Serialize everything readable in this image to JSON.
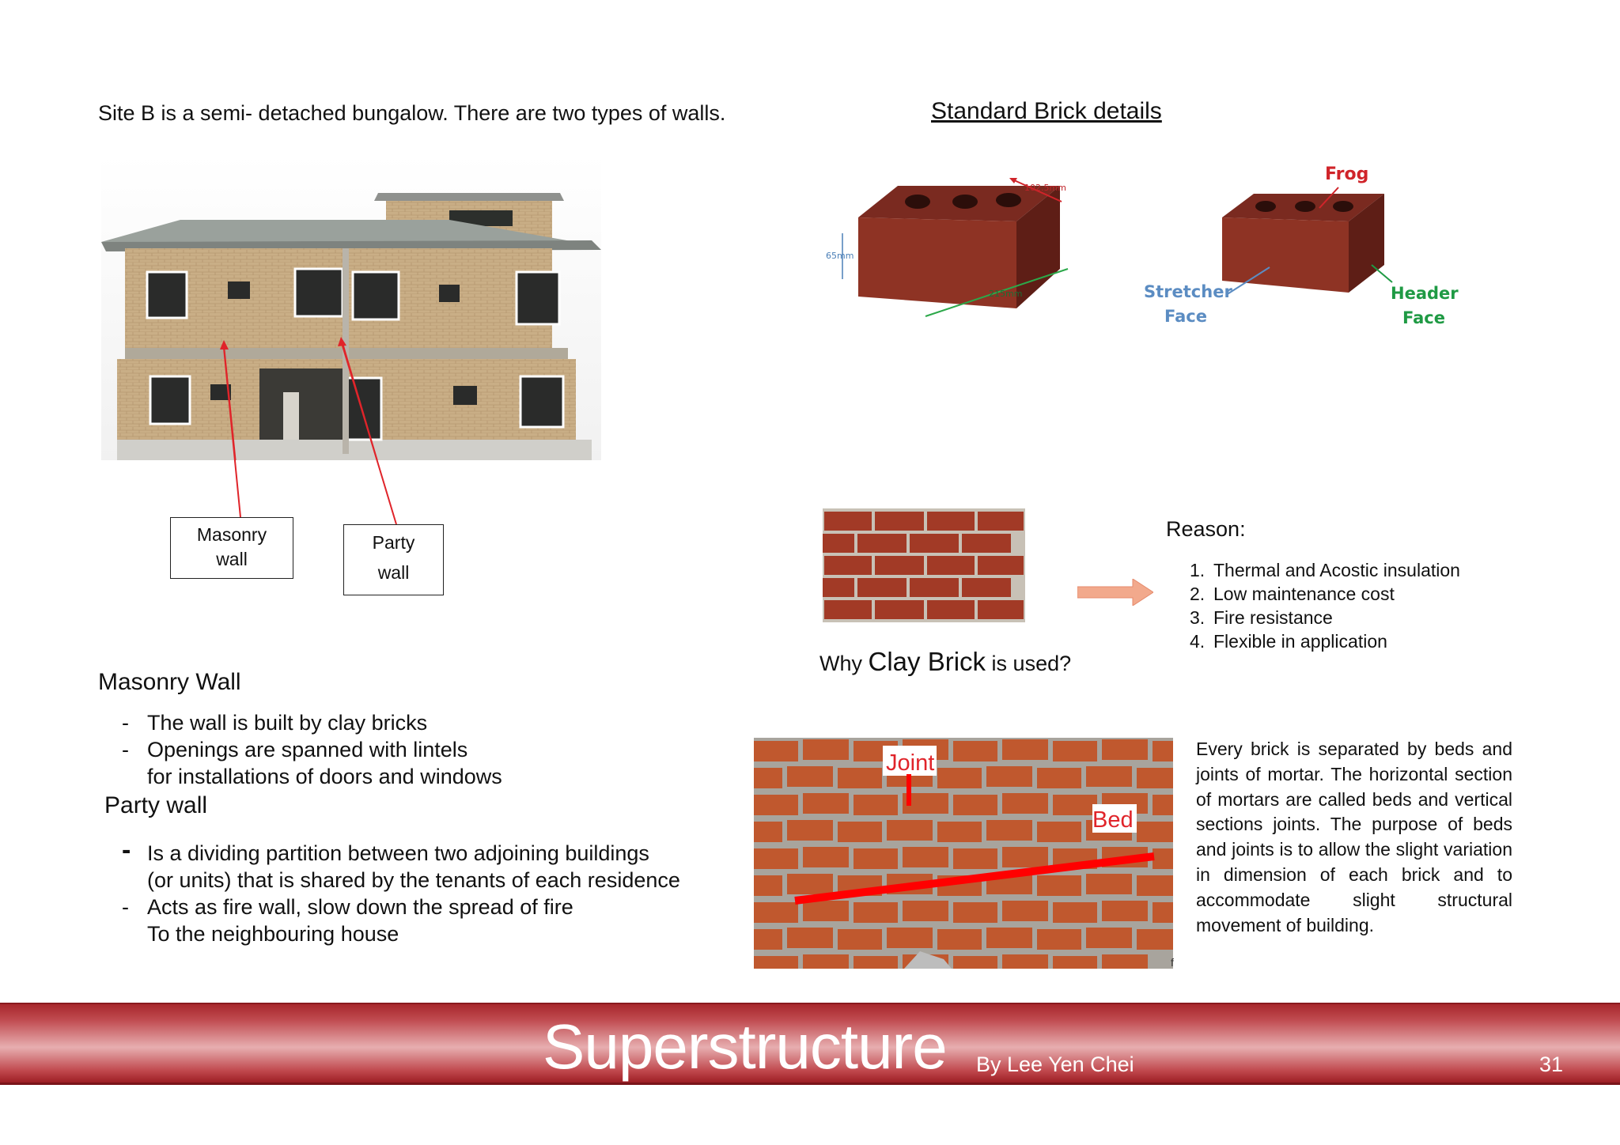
{
  "intro_text": "Site B is a semi- detached bungalow. There are two types of walls.",
  "house_callouts": {
    "masonry": [
      "Masonry",
      "wall"
    ],
    "party": [
      "Party",
      "wall"
    ]
  },
  "masonry_wall": {
    "heading": "Masonry Wall",
    "items": [
      [
        "The wall is built by clay bricks"
      ],
      [
        "Openings are spanned with lintels",
        "for installations of doors and windows"
      ]
    ]
  },
  "party_wall": {
    "heading": "Party wall",
    "items": [
      [
        "Is a dividing partition between two adjoining buildings",
        "(or units) that is shared by the tenants of each residence"
      ],
      [
        "Acts as fire wall, slow down the spread of fire",
        "To the neighbouring house"
      ]
    ]
  },
  "brick_details": {
    "heading": "Standard Brick details",
    "dim_length": "215mm",
    "dim_width": "102.5mm",
    "dim_height": "65mm",
    "label_frog": "Frog",
    "label_stretcher": [
      "Stretcher",
      "Face"
    ],
    "label_header": [
      "Header",
      "Face"
    ]
  },
  "why_clay": {
    "pre": "Why ",
    "highlight": "Clay Brick",
    "post": " is used?"
  },
  "reason": {
    "heading": "Reason:",
    "items": [
      "Thermal and Acostic insulation",
      "Low maintenance cost",
      "Fire resistance",
      "Flexible in application"
    ]
  },
  "joint_photo": {
    "label_joint": "Joint",
    "label_bed": "Bed",
    "stray_mark": "f"
  },
  "joint_paragraph": "Every brick is separated by beds and joints of mortar. The horizontal section of mortars are called beds and vertical sections joints. The purpose of beds and joints is to allow the slight variation in dimension of each brick and to accommodate slight structural movement of building.",
  "footer": {
    "title": "Superstructure",
    "author": "By Lee Yen Chei",
    "page": "31"
  },
  "colors": {
    "footer_red": "#b3343a",
    "annotation_red": "#e0242a",
    "brick": "#8a2e22",
    "arrow": "#f2a98c"
  }
}
